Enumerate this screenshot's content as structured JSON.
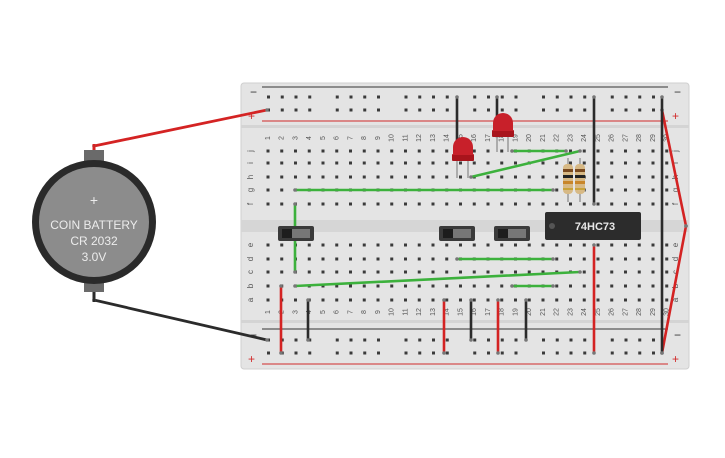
{
  "battery": {
    "plus_symbol": "+",
    "line1": "COIN BATTERY",
    "line2": "CR 2032",
    "line3": "3.0V"
  },
  "chip": {
    "label": "74HC73"
  },
  "rail": {
    "minus": "−",
    "plus": "+"
  },
  "rows_top": [
    "j",
    "i",
    "h",
    "g",
    "f"
  ],
  "rows_bottom": [
    "e",
    "d",
    "c",
    "b",
    "a"
  ],
  "columns": [
    "1",
    "2",
    "3",
    "4",
    "5",
    "6",
    "7",
    "8",
    "9",
    "10",
    "11",
    "12",
    "13",
    "14",
    "15",
    "16",
    "17",
    "18",
    "19",
    "20",
    "21",
    "22",
    "23",
    "24",
    "25",
    "26",
    "27",
    "28",
    "29",
    "30"
  ],
  "colors": {
    "board": "#e3e3e3",
    "hole": "#3a3a3a",
    "rail_red": "#d12a2a",
    "rail_black": "#333333",
    "wire_green": "#3cb13c",
    "wire_red": "#d42323",
    "wire_black": "#2b2b2b",
    "led_red": "#c8202a",
    "chip": "#2c2c2c",
    "battery": "#8a8a8a"
  }
}
